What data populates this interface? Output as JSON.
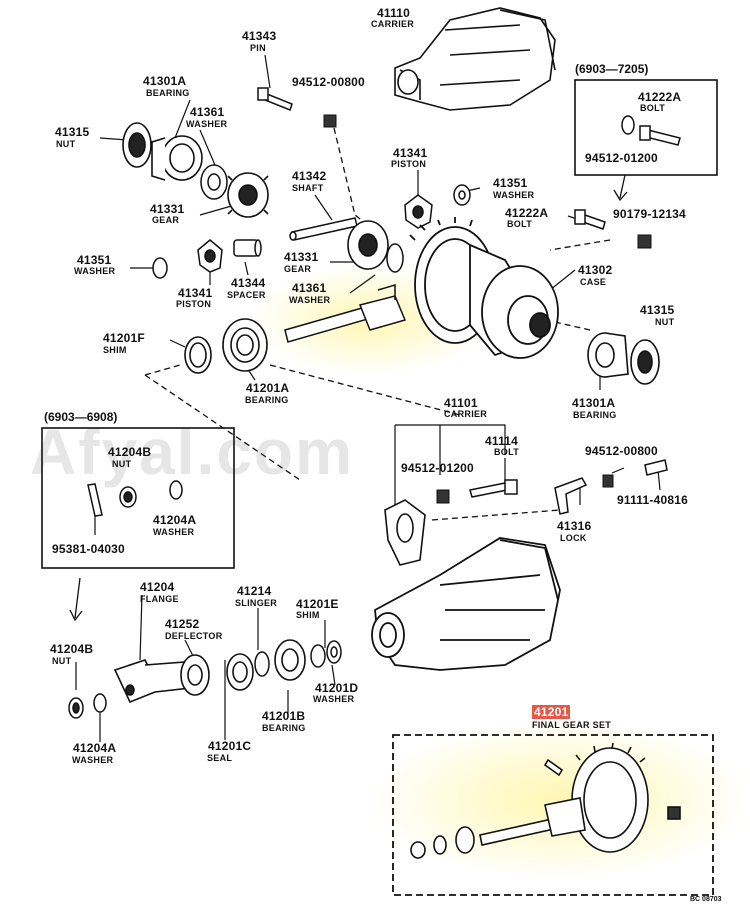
{
  "watermark": "Afyal.com",
  "boxes": {
    "top_right": "(6903—7205)",
    "left": "(6903—6908)"
  },
  "labels": {
    "c41110": {
      "pn": "41110",
      "nm": "CARRIER"
    },
    "p41343": {
      "pn": "41343",
      "nm": "PIN"
    },
    "p94512a": {
      "pn": "94512-00800"
    },
    "p41301a_top": {
      "pn": "41301A",
      "nm": "BEARING"
    },
    "p41361_top": {
      "pn": "41361",
      "nm": "WASHER"
    },
    "p41315_left": {
      "pn": "41315",
      "nm": "NUT"
    },
    "p41331_top": {
      "pn": "41331",
      "nm": "GEAR"
    },
    "p41342": {
      "pn": "41342",
      "nm": "SHAFT"
    },
    "p41341_top": {
      "pn": "41341",
      "nm": "PISTON"
    },
    "p41351_right": {
      "pn": "41351",
      "nm": "WASHER"
    },
    "p41222a_box": {
      "pn": "41222A",
      "nm": "BOLT"
    },
    "p94512b": {
      "pn": "94512-01200"
    },
    "p41222a_mid": {
      "pn": "41222A",
      "nm": "BOLT"
    },
    "p90179": {
      "pn": "90179-12134"
    },
    "p41351_left": {
      "pn": "41351",
      "nm": "WASHER"
    },
    "p41341_low": {
      "pn": "41341",
      "nm": "PISTON"
    },
    "p41344": {
      "pn": "41344",
      "nm": "SPACER"
    },
    "p41331_mid": {
      "pn": "41331",
      "nm": "GEAR"
    },
    "p41361_mid": {
      "pn": "41361",
      "nm": "WASHER"
    },
    "p41302": {
      "pn": "41302",
      "nm": "CASE"
    },
    "p41315_right": {
      "pn": "41315",
      "nm": "NUT"
    },
    "p41201f": {
      "pn": "41201F",
      "nm": "SHIM"
    },
    "p41201a_mid": {
      "pn": "41201A",
      "nm": "BEARING"
    },
    "p41301a_right": {
      "pn": "41301A",
      "nm": "BEARING"
    },
    "p41101": {
      "pn": "41101",
      "nm": "CARRIER"
    },
    "p41114": {
      "pn": "41114",
      "nm": "BOLT"
    },
    "p94512c": {
      "pn": "94512-01200"
    },
    "p94512d": {
      "pn": "94512-00800"
    },
    "p91111": {
      "pn": "91111-40816"
    },
    "p41316": {
      "pn": "41316",
      "nm": "LOCK"
    },
    "p41204b_box": {
      "pn": "41204B",
      "nm": "NUT"
    },
    "p41204a_box": {
      "pn": "41204A",
      "nm": "WASHER"
    },
    "p95381": {
      "pn": "95381-04030"
    },
    "p41204": {
      "pn": "41204",
      "nm": "FLANGE"
    },
    "p41252": {
      "pn": "41252",
      "nm": "DEFLECTOR"
    },
    "p41214": {
      "pn": "41214",
      "nm": "SLINGER"
    },
    "p41201e": {
      "pn": "41201E",
      "nm": "SHIM"
    },
    "p41204b_low": {
      "pn": "41204B",
      "nm": "NUT"
    },
    "p41201d": {
      "pn": "41201D",
      "nm": "WASHER"
    },
    "p41201b": {
      "pn": "41201B",
      "nm": "BEARING"
    },
    "p41201c": {
      "pn": "41201C",
      "nm": "SEAL"
    },
    "p41204a_low": {
      "pn": "41204A",
      "nm": "WASHER"
    },
    "p41201": {
      "pn": "41201",
      "nm": "FINAL GEAR SET"
    }
  },
  "figure_code": "BC 08703"
}
